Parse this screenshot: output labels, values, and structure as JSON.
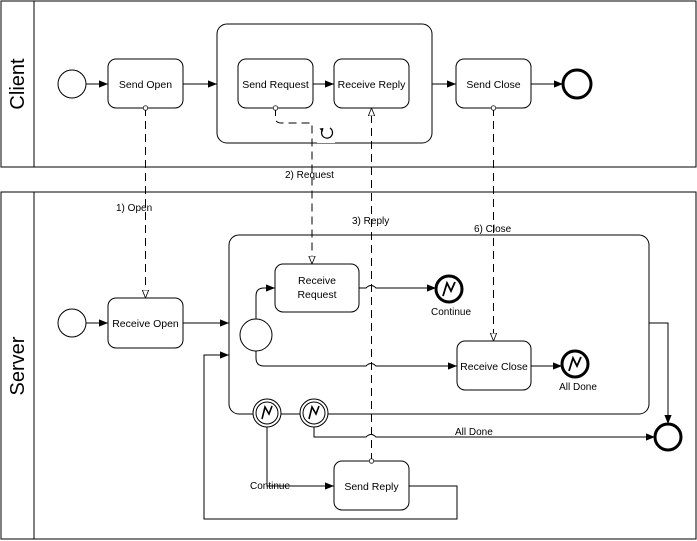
{
  "pools": {
    "client": {
      "label": "Client"
    },
    "server": {
      "label": "Server"
    }
  },
  "tasks": {
    "send_open": "Send Open",
    "send_request": "Send Request",
    "receive_reply": "Receive Reply",
    "send_close": "Send Close",
    "receive_open": "Receive Open",
    "receive_request_line1": "Receive",
    "receive_request_line2": "Request",
    "receive_close": "Receive Close",
    "send_reply": "Send Reply"
  },
  "messages": {
    "open": "1) Open",
    "request": "2) Request",
    "reply": "3) Reply",
    "close": "6) Close"
  },
  "events": {
    "continue_end": "Continue",
    "all_done_end": "All Done",
    "all_done_flow": "All Done",
    "continue_flow": "Continue"
  }
}
